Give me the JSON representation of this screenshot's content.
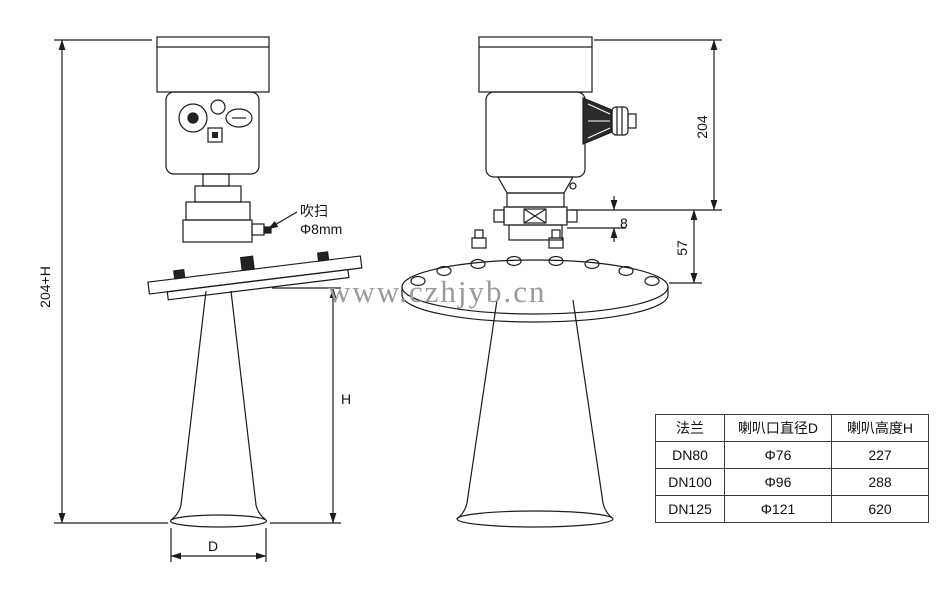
{
  "watermark": "www.czhjyb.cn",
  "annotations": {
    "purge_line1": "吹扫",
    "purge_line2": "Φ8mm"
  },
  "dimensions": {
    "overall_left": "204+H",
    "horn_height": "H",
    "horn_diameter": "D",
    "housing_height": "204",
    "neck_height": "57",
    "gap": "8"
  },
  "table": {
    "headers": [
      "法兰",
      "喇叭口直径D",
      "喇叭高度H"
    ],
    "rows": [
      [
        "DN80",
        "Φ76",
        "227"
      ],
      [
        "DN100",
        "Φ96",
        "288"
      ],
      [
        "DN125",
        "Φ121",
        "620"
      ]
    ]
  }
}
